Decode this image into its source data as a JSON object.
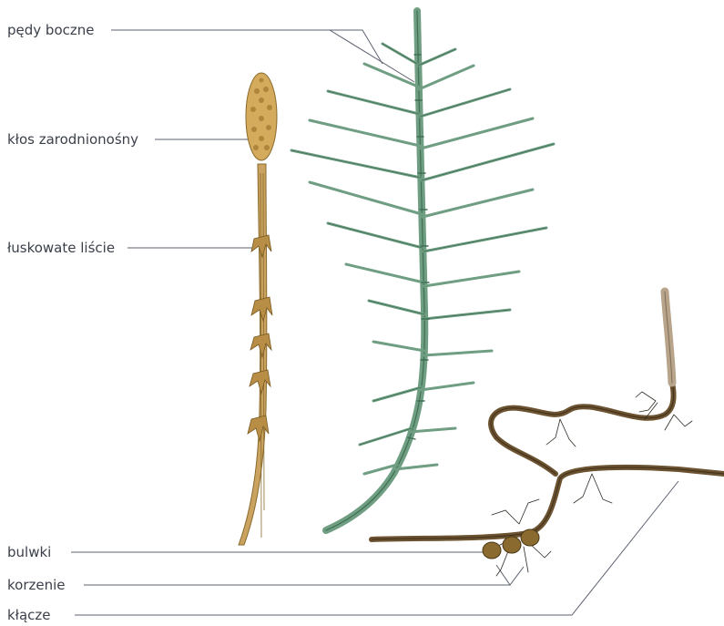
{
  "diagram": {
    "labels": {
      "lateral_shoots": "pędy boczne",
      "spore_cone": "kłos zarodnionośny",
      "scale_leaves": "łuskowate liście",
      "tubers": "bulwki",
      "roots": "korzenie",
      "rhizome": "kłącze"
    }
  },
  "colors": {
    "label_text": "#3a3f4a",
    "leader_line": "#5c6170",
    "green_stem": "#6f9e82",
    "green_stem_dark": "#3f6f55",
    "fertile_stem": "#c9a35f",
    "fertile_stem_dark": "#8a6a2e",
    "cone": "#d4aa5c",
    "rhizome": "#6b5230",
    "rhizome_dark": "#3f2f19",
    "root": "#2f2a24"
  }
}
